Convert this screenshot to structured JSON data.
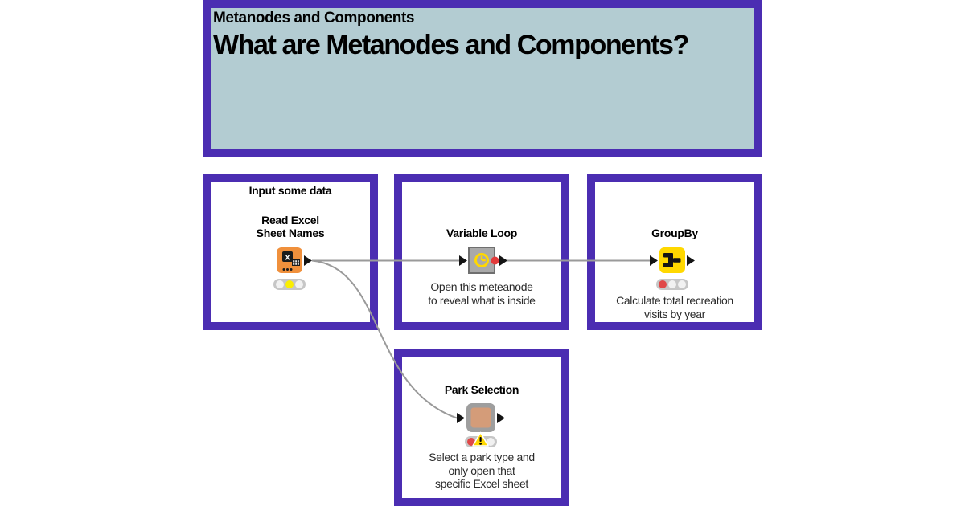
{
  "colors": {
    "canvas_bg": "#FFFFFF",
    "frame_purple": "#4B2DB2",
    "header_bg": "#B3CCD2",
    "box_bg": "#FFFFFF",
    "node_orange": "#F0903C",
    "node_yellow": "#FFD800",
    "node_gray": "#A9A9A9",
    "node_gray_border": "#6F6F6F",
    "component_frame_gray": "#9E9E9E",
    "component_tan": "#D49C79",
    "traffic_red": "#E04848",
    "traffic_yellow": "#FAEE00",
    "connection_gray": "#9A9A9A"
  },
  "header": {
    "kicker": "Metanodes and Components",
    "title": "What are Metanodes and Components?"
  },
  "workflow": {
    "input_box": {
      "annotation": "Input some data",
      "node_name_line1": "Read Excel",
      "node_name_line2": "Sheet Names",
      "node_icon": "excel-reader-icon",
      "traffic_state": "yellow"
    },
    "variable_loop_box": {
      "node_name": "Variable Loop",
      "node_icon": "clock-icon",
      "caption_line1": "Open this meteanode",
      "caption_line2": "to reveal what is inside"
    },
    "groupby_box": {
      "node_name": "GroupBy",
      "node_icon": "groupby-icon",
      "caption_line1": "Calculate total recreation",
      "caption_line2": "visits by year",
      "traffic_state": "red"
    },
    "park_selection_box": {
      "node_name": "Park Selection",
      "node_icon": "component-icon",
      "warning_icon": "warning-icon",
      "caption_line1": "Select a park type and",
      "caption_line2": "only open that",
      "caption_line3": "specific Excel sheet",
      "traffic_state": "red-warning"
    }
  }
}
